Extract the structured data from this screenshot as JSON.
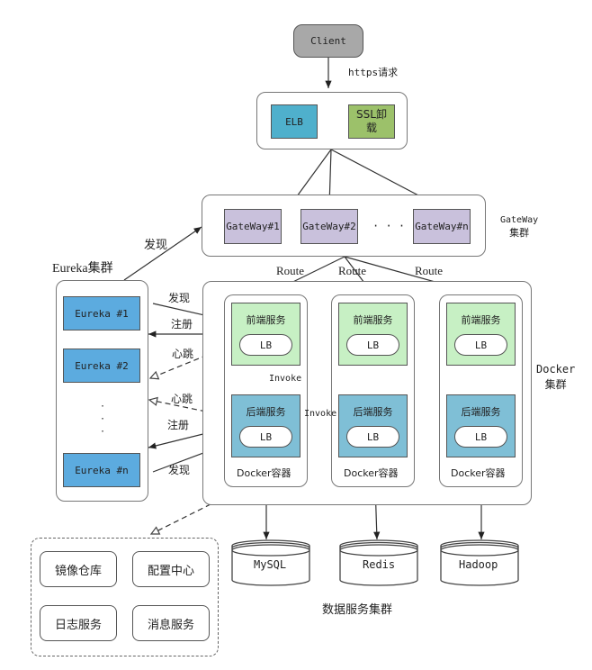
{
  "colors": {
    "client": "#a8a8a8",
    "elb": "#4fb0cc",
    "ssl": "#9cc16a",
    "gateway": "#c9c1dc",
    "eureka": "#5cabdf",
    "frontend": "#c7f0c4",
    "backend": "#7fbfd6"
  },
  "client": {
    "label": "Client"
  },
  "client_arrow_label": "https请求",
  "edge": {
    "elb": "ELB",
    "ssl_line1": "SSL卸",
    "ssl_line2": "载"
  },
  "gateway": {
    "cluster_label_line1": "GateWay",
    "cluster_label_line2": "集群",
    "nodes": [
      "GateWay#1",
      "GateWay#2",
      "GateWay#n"
    ],
    "ellipsis": "· · ·"
  },
  "route_labels": [
    "Route",
    "Route",
    "Route"
  ],
  "eureka": {
    "cluster_label": "Eureka集群",
    "nodes": [
      "Eureka #1",
      "Eureka #2",
      "Eureka #n"
    ],
    "discover_gateway_label": "发现"
  },
  "docker": {
    "cluster_label_line1": "Docker",
    "cluster_label_line2": "集群",
    "containers": [
      {
        "frontend": "前端服务",
        "backend": "后端服务",
        "lb": "LB",
        "container": "Docker容器"
      },
      {
        "frontend": "前端服务",
        "backend": "后端服务",
        "lb": "LB",
        "container": "Docker容器"
      },
      {
        "frontend": "前端服务",
        "backend": "后端服务",
        "lb": "LB",
        "container": "Docker容器"
      }
    ],
    "invoke_labels": [
      "Invoke",
      "Invoke"
    ]
  },
  "links": {
    "discover": "发现",
    "register": "注册",
    "heartbeat": "心跳"
  },
  "data_services": {
    "cluster_label": "数据服务集群",
    "stores": [
      "MySQL",
      "Redis",
      "Hadoop"
    ]
  },
  "infra": {
    "items": [
      "镜像仓库",
      "配置中心",
      "日志服务",
      "消息服务"
    ]
  }
}
